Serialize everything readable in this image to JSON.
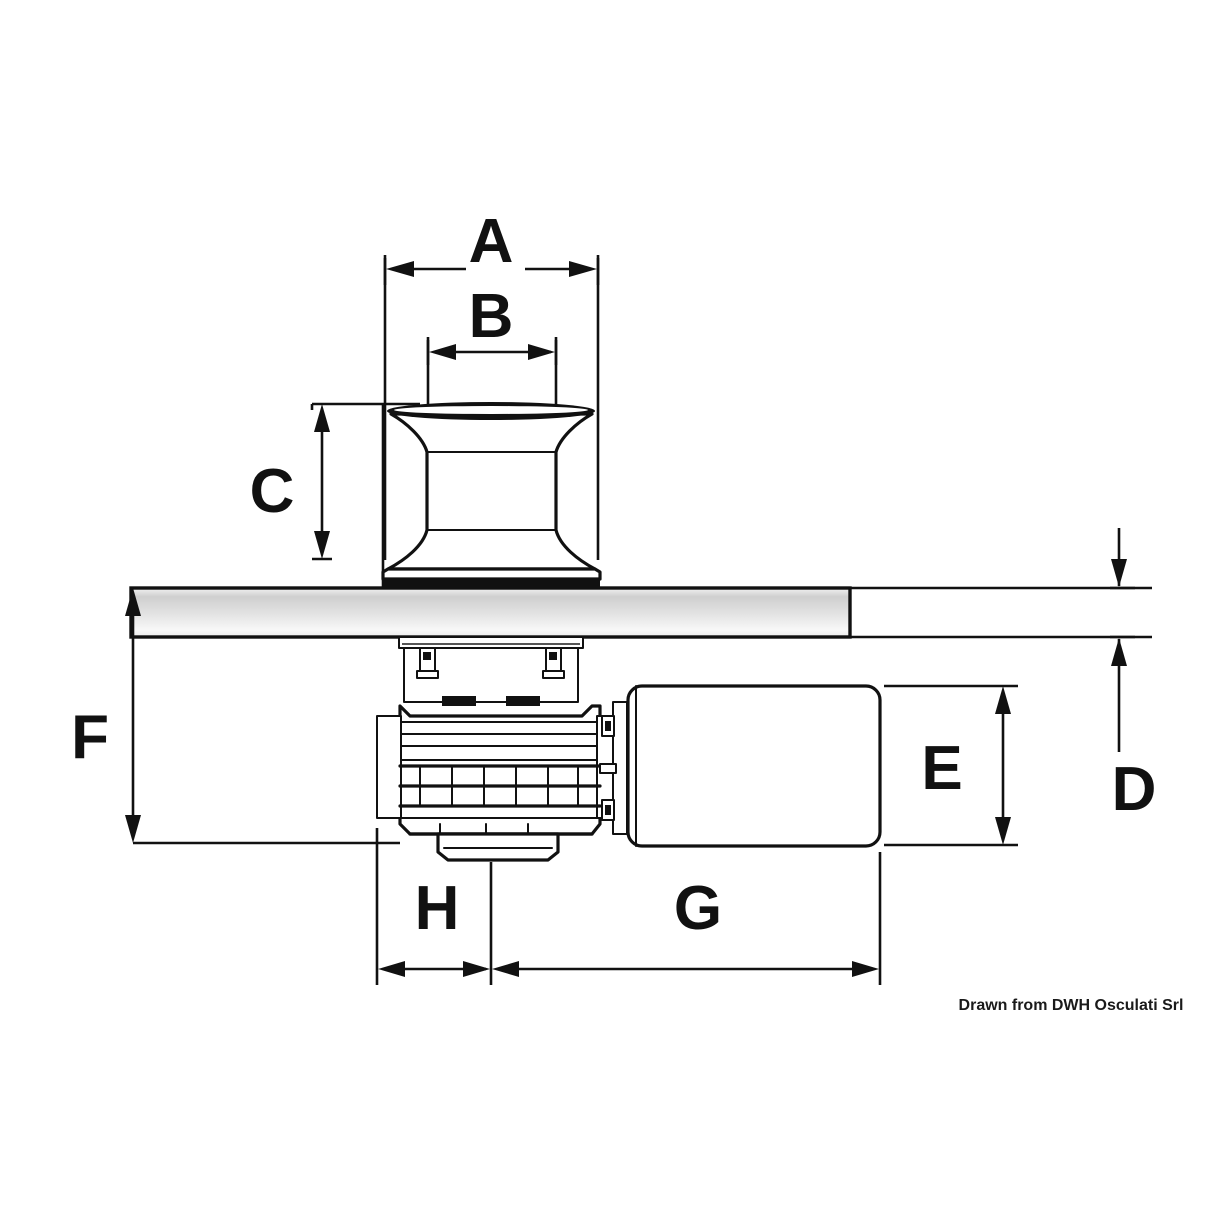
{
  "drawing": {
    "title": "Capstan windlass technical dimension drawing",
    "credit": "Drawn from DWH Osculati Srl",
    "background_color": "#ffffff",
    "line_color": "#111111",
    "deck_fill_light": "#fcfcfc",
    "deck_fill_mid": "#c9c9c9",
    "dimension_labels": [
      {
        "id": "A",
        "label": "A",
        "meaning": "drum outer diameter at base flange",
        "orientation": "horizontal",
        "position": "top"
      },
      {
        "id": "B",
        "label": "B",
        "meaning": "drum waist / top rim diameter",
        "orientation": "horizontal",
        "position": "top"
      },
      {
        "id": "C",
        "label": "C",
        "meaning": "drum height above deck",
        "orientation": "vertical",
        "position": "left-upper"
      },
      {
        "id": "D",
        "label": "D",
        "meaning": "deck plate thickness",
        "orientation": "vertical",
        "position": "right"
      },
      {
        "id": "E",
        "label": "E",
        "meaning": "motor body diameter",
        "orientation": "vertical",
        "position": "right-lower"
      },
      {
        "id": "F",
        "label": "F",
        "meaning": "total height from deck top to gearbox bottom",
        "orientation": "vertical",
        "position": "left"
      },
      {
        "id": "G",
        "label": "G",
        "meaning": "motor length from gearbox centreline",
        "orientation": "horizontal",
        "position": "bottom-right"
      },
      {
        "id": "H",
        "label": "H",
        "meaning": "gearbox offset from centreline",
        "orientation": "horizontal",
        "position": "bottom-left"
      }
    ]
  }
}
